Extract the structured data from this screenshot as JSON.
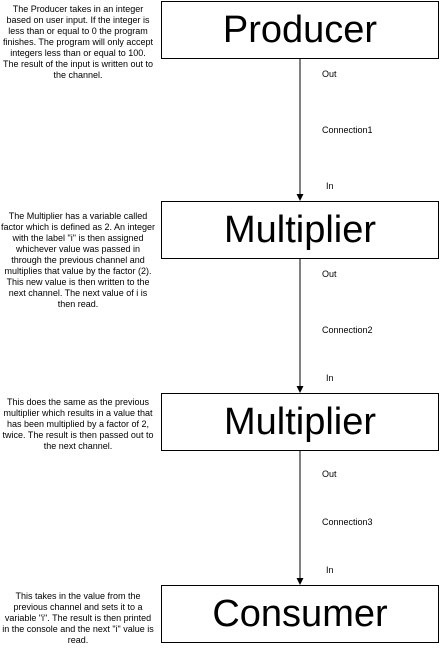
{
  "nodes": [
    {
      "id": "producer",
      "label": "Producer",
      "description": "The Producer takes in an integer based on user input. If the integer is less than or equal to 0 the program finishes. The program will only accept integers less than or equal to 100. The result of the input is written out to the channel."
    },
    {
      "id": "multiplier1",
      "label": "Multiplier",
      "description": "The Multiplier has a variable called factor which is defined as 2.  An integer with the label \"i\" is then assigned whichever value was passed in through the previous channel and multiplies that value by the factor (2). This new value is then written to the next channel. The next value of i is then read."
    },
    {
      "id": "multiplier2",
      "label": "Multiplier",
      "description": "This does the same as the previous multiplier which results in a value that has been multiplied by a factor of 2, twice. The result is then passed out to the next channel."
    },
    {
      "id": "consumer",
      "label": "Consumer",
      "description": "This takes in the value from the previous channel and sets it to a variable \"i\". The result is then printed in the console and the next \"i\" value is read."
    }
  ],
  "connections": [
    {
      "from": "producer",
      "to": "multiplier1",
      "out_label": "Out",
      "name": "Connection1",
      "in_label": "In"
    },
    {
      "from": "multiplier1",
      "to": "multiplier2",
      "out_label": "Out",
      "name": "Connection2",
      "in_label": "In"
    },
    {
      "from": "multiplier2",
      "to": "consumer",
      "out_label": "Out",
      "name": "Connection3",
      "in_label": "In"
    }
  ]
}
